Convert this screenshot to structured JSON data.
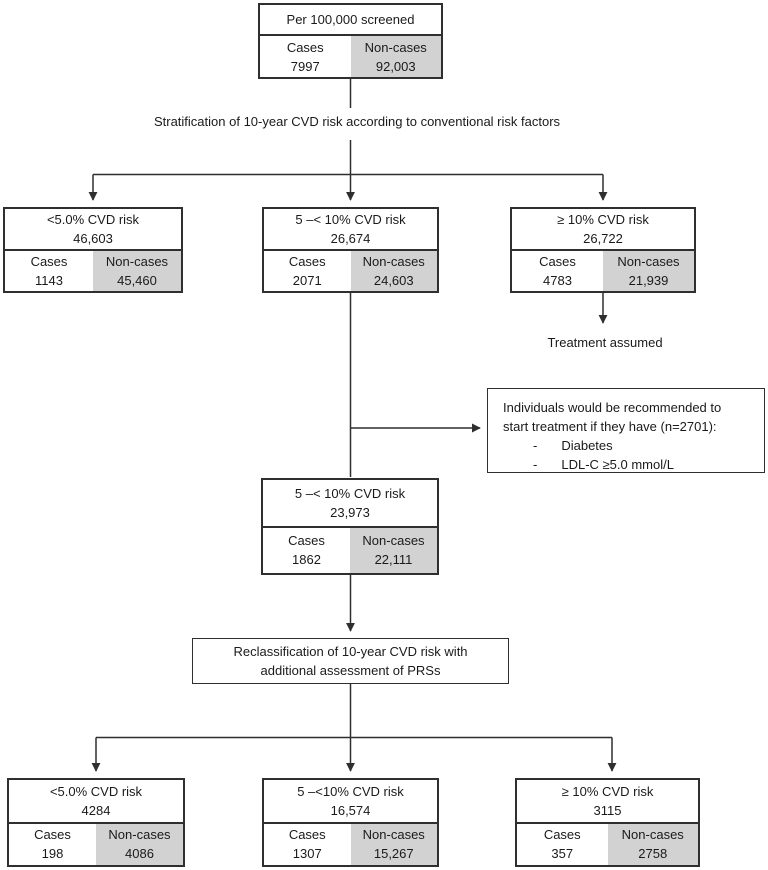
{
  "labels": {
    "cases": "Cases",
    "noncases": "Non-cases",
    "stratification": "Stratification of 10-year CVD risk according to conventional risk factors",
    "treatment_assumed": "Treatment assumed",
    "reclassification_line1": "Reclassification of 10-year CVD risk with",
    "reclassification_line2": "additional assessment of PRSs"
  },
  "boxes": {
    "top": {
      "title": "Per 100,000 screened",
      "cases": "7997",
      "noncases": "92,003"
    },
    "r1a": {
      "risk": "<5.0% CVD risk",
      "total": "46,603",
      "cases": "1143",
      "noncases": "45,460"
    },
    "r1b": {
      "risk": "5 –< 10% CVD risk",
      "total": "26,674",
      "cases": "2071",
      "noncases": "24,603"
    },
    "r1c": {
      "risk": "≥ 10% CVD risk",
      "total": "26,722",
      "cases": "4783",
      "noncases": "21,939"
    },
    "mid": {
      "risk": "5 –< 10% CVD risk",
      "total": "23,973",
      "cases": "1862",
      "noncases": "22,111"
    },
    "r2a": {
      "risk": "<5.0% CVD risk",
      "total": "4284",
      "cases": "198",
      "noncases": "4086"
    },
    "r2b": {
      "risk": "5 –<10% CVD risk",
      "total": "16,574",
      "cases": "1307",
      "noncases": "15,267"
    },
    "r2c": {
      "risk": "≥ 10% CVD risk",
      "total": "3115",
      "cases": "357",
      "noncases": "2758"
    }
  },
  "recommendation_box": {
    "line1": "Individuals would be recommended to",
    "line2": "start treatment if they have (n=2701):",
    "bullet": "-",
    "items": [
      "Diabetes",
      "LDL-C ≥5.0 mmol/L"
    ]
  },
  "colors": {
    "noncases_fill": "#d2d2d2",
    "border": "#2f2f2f",
    "line": "#2f2f2f",
    "text": "#1a1a1a",
    "background": "#ffffff"
  }
}
